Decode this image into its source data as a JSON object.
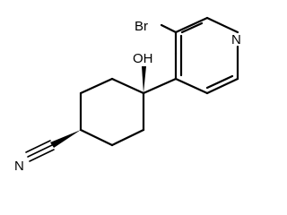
{
  "molecule": {
    "atoms": {
      "br": "Br",
      "n_ring": "N",
      "oh": "OH",
      "n_nitrile": "N"
    }
  }
}
